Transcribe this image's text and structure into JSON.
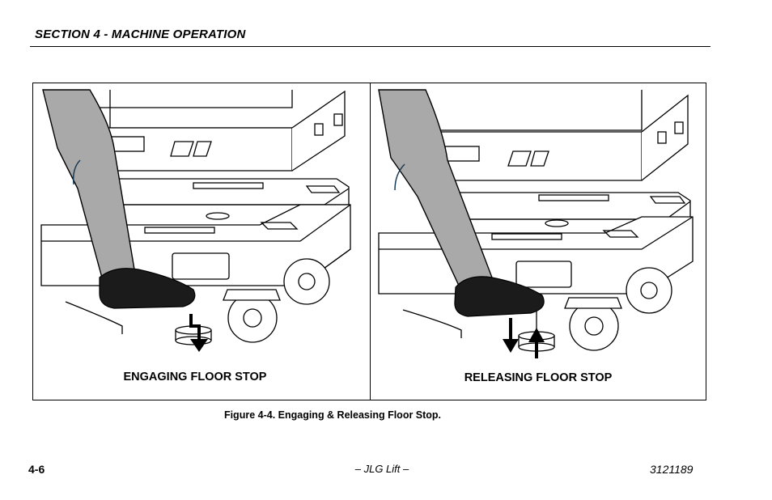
{
  "header": {
    "section_title": "SECTION 4 - MACHINE OPERATION"
  },
  "figure": {
    "panels": [
      {
        "caption": "ENGAGING FLOOR STOP"
      },
      {
        "caption": "RELEASING FLOOR STOP"
      }
    ],
    "caption": "Figure 4-4.  Engaging & Releasing Floor Stop."
  },
  "footer": {
    "page_number": "4-6",
    "center_text": "– JLG Lift –",
    "doc_number": "3121189"
  }
}
